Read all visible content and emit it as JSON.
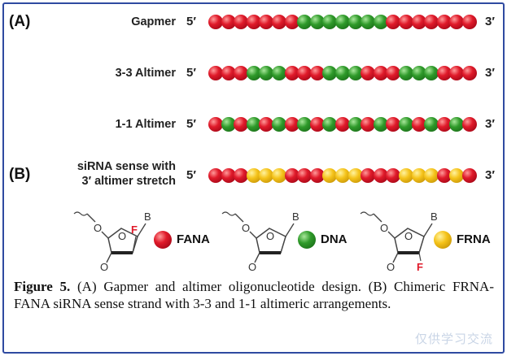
{
  "panels": {
    "a": "(A)",
    "b": "(B)"
  },
  "ends": {
    "five": "5′",
    "three": "3′"
  },
  "strands": [
    {
      "label_lines": [
        "Gapmer"
      ],
      "pattern": [
        "fana",
        "fana",
        "fana",
        "fana",
        "fana",
        "fana",
        "fana",
        "dna",
        "dna",
        "dna",
        "dna",
        "dna",
        "dna",
        "dna",
        "fana",
        "fana",
        "fana",
        "fana",
        "fana",
        "fana",
        "fana"
      ]
    },
    {
      "label_lines": [
        "3-3 Altimer"
      ],
      "pattern": [
        "fana",
        "fana",
        "fana",
        "dna",
        "dna",
        "dna",
        "fana",
        "fana",
        "fana",
        "dna",
        "dna",
        "dna",
        "fana",
        "fana",
        "fana",
        "dna",
        "dna",
        "dna",
        "fana",
        "fana",
        "fana"
      ]
    },
    {
      "label_lines": [
        "1-1 Altimer"
      ],
      "pattern": [
        "fana",
        "dna",
        "fana",
        "dna",
        "fana",
        "dna",
        "fana",
        "dna",
        "fana",
        "dna",
        "fana",
        "dna",
        "fana",
        "dna",
        "fana",
        "dna",
        "fana",
        "dna",
        "fana",
        "dna",
        "fana"
      ]
    },
    {
      "label_lines": [
        "siRNA sense with",
        "3′ altimer stretch"
      ],
      "pattern": [
        "fana",
        "fana",
        "fana",
        "frna",
        "frna",
        "frna",
        "fana",
        "fana",
        "fana",
        "frna",
        "frna",
        "frna",
        "fana",
        "fana",
        "fana",
        "frna",
        "frna",
        "frna",
        "fana",
        "frna",
        "fana"
      ]
    }
  ],
  "legend": [
    {
      "key": "fana",
      "label": "FANA",
      "color": "#e01a2a",
      "fluoro": "F",
      "fluoro_pos": "up"
    },
    {
      "key": "dna",
      "label": "DNA",
      "color": "#2f9a2a",
      "fluoro": "",
      "fluoro_pos": "none"
    },
    {
      "key": "frna",
      "label": "FRNA",
      "color": "#f5c31a",
      "fluoro": "F",
      "fluoro_pos": "down"
    }
  ],
  "sugar_labels": {
    "base": "B",
    "oxygen": "O"
  },
  "caption": {
    "lead": "Figure 5.",
    "text": " (A) Gapmer and altimer oligonucleotide design. (B) Chimeric FRNA-FANA siRNA sense strand with 3-3 and 1-1 altimeric arrangements."
  },
  "watermark": "仅供学习交流"
}
